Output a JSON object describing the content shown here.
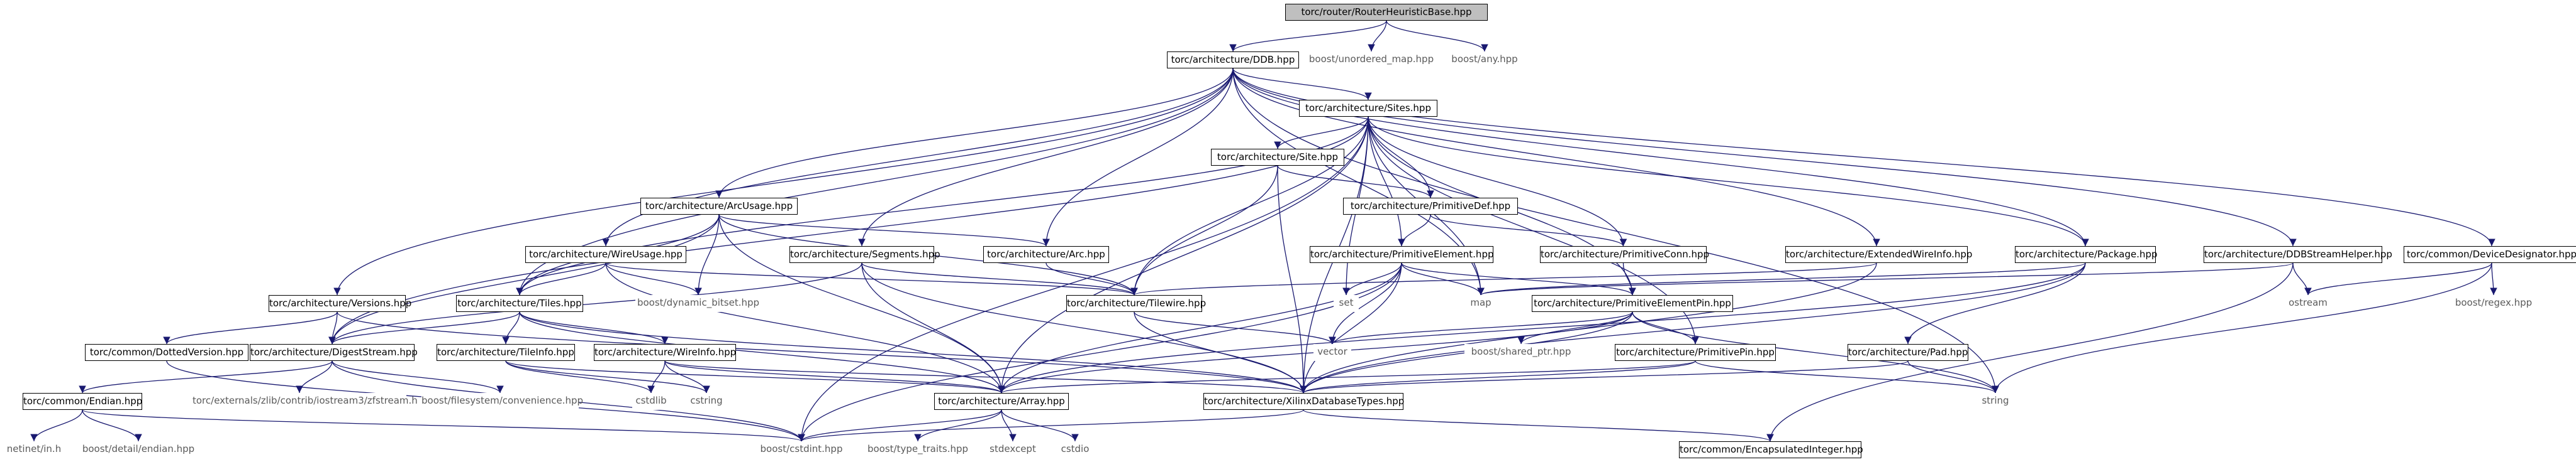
{
  "graph": {
    "edge_color": "#191970",
    "nodes": {
      "RouterHeuristicBase": "torc/router/RouterHeuristicBase.hpp",
      "DDB": "torc/architecture/DDB.hpp",
      "unordered_map": "boost/unordered_map.hpp",
      "any": "boost/any.hpp",
      "Sites": "torc/architecture/Sites.hpp",
      "Site": "torc/architecture/Site.hpp",
      "PrimitiveDef": "torc/architecture/PrimitiveDef.hpp",
      "ArcUsage": "torc/architecture/ArcUsage.hpp",
      "WireUsage": "torc/architecture/WireUsage.hpp",
      "Segments": "torc/architecture/Segments.hpp",
      "Arc": "torc/architecture/Arc.hpp",
      "PrimitiveElement": "torc/architecture/PrimitiveElement.hpp",
      "PrimitiveConn": "torc/architecture/PrimitiveConn.hpp",
      "ExtendedWireInfo": "torc/architecture/ExtendedWireInfo.hpp",
      "Package": "torc/architecture/Package.hpp",
      "DDBStreamHelper": "torc/architecture/DDBStreamHelper.hpp",
      "DeviceDesignator": "torc/common/DeviceDesignator.hpp",
      "Versions": "torc/architecture/Versions.hpp",
      "Tiles": "torc/architecture/Tiles.hpp",
      "dynamic_bitset": "boost/dynamic_bitset.hpp",
      "Tilewire": "torc/architecture/Tilewire.hpp",
      "set": "set",
      "map": "map",
      "PrimitiveElementPin": "torc/architecture/PrimitiveElementPin.hpp",
      "ostream": "ostream",
      "regex": "boost/regex.hpp",
      "DottedVersion": "torc/common/DottedVersion.hpp",
      "DigestStream": "torc/architecture/DigestStream.hpp",
      "TileInfo": "torc/architecture/TileInfo.hpp",
      "WireInfo": "torc/architecture/WireInfo.hpp",
      "vector": "vector",
      "shared_ptr": "boost/shared_ptr.hpp",
      "PrimitivePin": "torc/architecture/PrimitivePin.hpp",
      "Pad": "torc/architecture/Pad.hpp",
      "Endian": "torc/common/Endian.hpp",
      "zfstream": "torc/externals/zlib/contrib/iostream3/zfstream.h",
      "convenience": "boost/filesystem/convenience.hpp",
      "cstdlib": "cstdlib",
      "cstring": "cstring",
      "Array": "torc/architecture/Array.hpp",
      "XilinxDatabaseTypes": "torc/architecture/XilinxDatabaseTypes.hpp",
      "string": "string",
      "netinet_in": "netinet/in.h",
      "detail_endian": "boost/detail/endian.hpp",
      "cstdint": "boost/cstdint.hpp",
      "type_traits": "boost/type_traits.hpp",
      "stdexcept": "stdexcept",
      "cstdio": "cstdio",
      "EncapsulatedInteger": "torc/common/EncapsulatedInteger.hpp"
    }
  }
}
